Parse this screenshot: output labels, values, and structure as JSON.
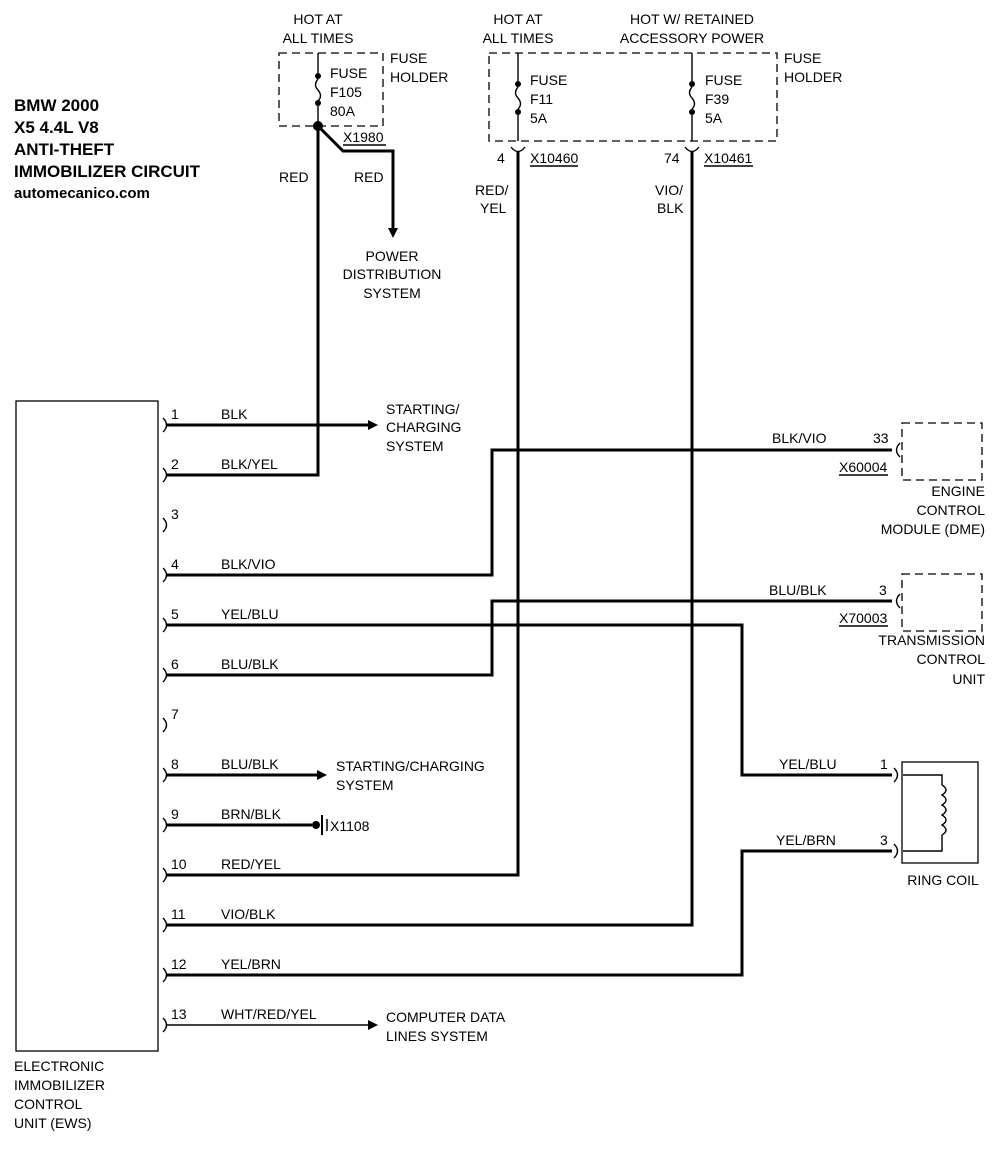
{
  "header": {
    "lines": [
      "BMW 2000",
      "X5 4.4L V8",
      "ANTI-THEFT",
      "IMMOBILIZER CIRCUIT"
    ],
    "site": "automecanico.com"
  },
  "power": {
    "hot_at_all_times": [
      "HOT AT",
      "ALL TIMES"
    ],
    "hot_retained": [
      "HOT W/ RETAINED",
      "ACCESSORY POWER"
    ],
    "fuse_holder": [
      "FUSE",
      "HOLDER"
    ],
    "fuses": [
      {
        "lines": [
          "FUSE",
          "F105",
          "80A"
        ]
      },
      {
        "lines": [
          "FUSE",
          "F11",
          "5A"
        ]
      },
      {
        "lines": [
          "FUSE",
          "F39",
          "5A"
        ]
      }
    ],
    "connectors": [
      {
        "id": "X1980"
      },
      {
        "pin": "4",
        "id": "X10460"
      },
      {
        "pin": "74",
        "id": "X10461"
      }
    ],
    "wire_labels": {
      "red_left": "RED",
      "red_right": "RED",
      "red_yel": [
        "RED/",
        "YEL"
      ],
      "vio_blk": [
        "VIO/",
        "BLK"
      ]
    },
    "power_distribution": [
      "POWER",
      "DISTRIBUTION",
      "SYSTEM"
    ]
  },
  "ews": {
    "name": [
      "ELECTRONIC",
      "IMMOBILIZER",
      "CONTROL",
      "UNIT (EWS)"
    ],
    "pins": [
      {
        "num": "1",
        "wire": "BLK"
      },
      {
        "num": "2",
        "wire": "BLK/YEL"
      },
      {
        "num": "3",
        "wire": ""
      },
      {
        "num": "4",
        "wire": "BLK/VIO"
      },
      {
        "num": "5",
        "wire": "YEL/BLU"
      },
      {
        "num": "6",
        "wire": "BLU/BLK"
      },
      {
        "num": "7",
        "wire": ""
      },
      {
        "num": "8",
        "wire": "BLU/BLK"
      },
      {
        "num": "9",
        "wire": "BRN/BLK"
      },
      {
        "num": "10",
        "wire": "RED/YEL"
      },
      {
        "num": "11",
        "wire": "VIO/BLK"
      },
      {
        "num": "12",
        "wire": "YEL/BRN"
      },
      {
        "num": "13",
        "wire": "WHT/RED/YEL"
      }
    ]
  },
  "destinations": {
    "starting_charging_1": [
      "STARTING/",
      "CHARGING",
      "SYSTEM"
    ],
    "starting_charging_8": [
      "STARTING/CHARGING",
      "SYSTEM"
    ],
    "ground": "X1108",
    "computer_data": [
      "COMPUTER DATA",
      "LINES SYSTEM"
    ]
  },
  "ecm": {
    "wire": "BLK/VIO",
    "pin": "33",
    "connector": "X60004",
    "name": [
      "ENGINE",
      "CONTROL",
      "MODULE (DME)"
    ]
  },
  "tcu": {
    "wire": "BLU/BLK",
    "pin": "3",
    "connector": "X70003",
    "name": [
      "TRANSMISSION",
      "CONTROL",
      "UNIT"
    ]
  },
  "ring_coil": {
    "name": "RING COIL",
    "pins": [
      {
        "num": "1",
        "wire": "YEL/BLU"
      },
      {
        "num": "3",
        "wire": "YEL/BRN"
      }
    ]
  }
}
